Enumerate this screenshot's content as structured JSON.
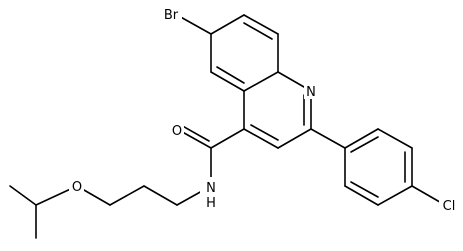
{
  "molecule": {
    "atoms": {
      "bromine": "Br",
      "quinoline_nitrogen": "N",
      "carbonyl_oxygen": "O",
      "amide_nitrogen": "N",
      "amide_hydrogen": "H",
      "ether_oxygen": "O",
      "chlorine": "Cl"
    }
  }
}
